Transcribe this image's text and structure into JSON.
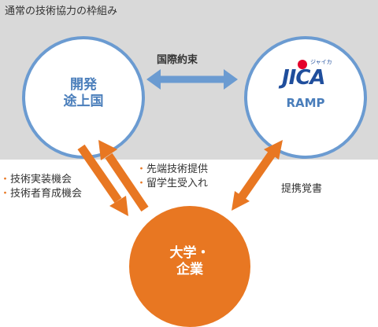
{
  "frame_title": "通常の技術協力の枠組み",
  "nodes": {
    "developing": {
      "line1": "開発",
      "line2": "途上国"
    },
    "jica": {
      "logo_text": "JICA",
      "logo_kana": "ジャイカ",
      "sub": "RAMP"
    },
    "academia": {
      "line1": "大学・",
      "line2": "企業"
    }
  },
  "edges": {
    "mutual": "国際約束",
    "to_academia": [
      "技術実装機会",
      "技術者育成機会"
    ],
    "to_developing": [
      "先端技術提供",
      "留学生受入れ"
    ],
    "jica_academia": "提携覚書"
  },
  "colors": {
    "band": "#d9d9d9",
    "blue": "#6b9bd1",
    "orange": "#e87722",
    "jica_blue": "#1f4e9c",
    "jica_red": "#e4002b"
  }
}
